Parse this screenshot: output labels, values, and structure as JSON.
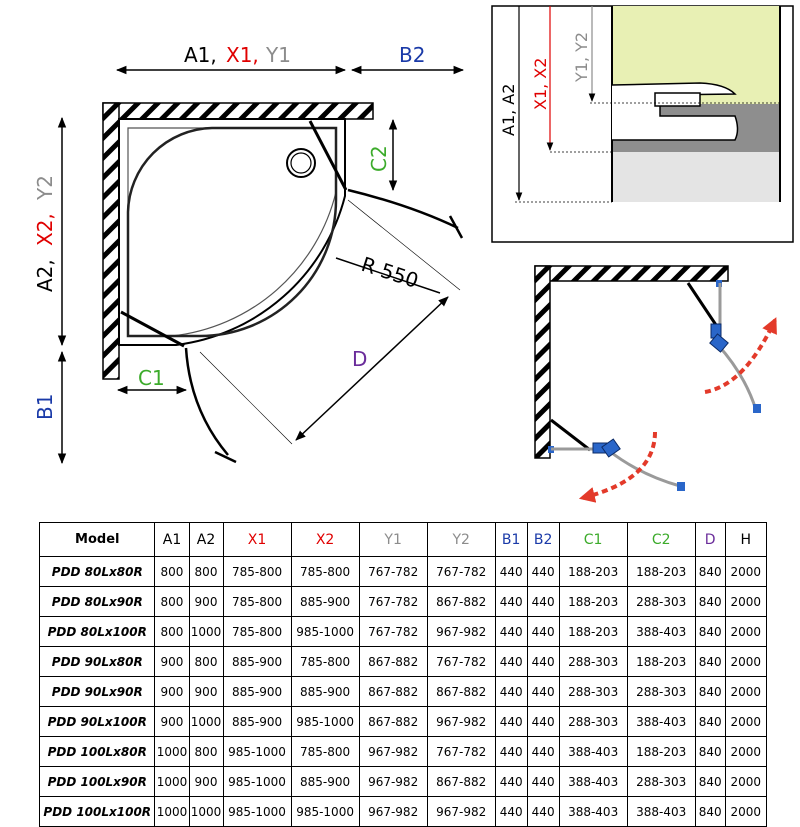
{
  "colors": {
    "a": "#000000",
    "x": "#e00000",
    "y": "#8c8c8c",
    "b": "#1a3aa8",
    "c": "#3cab2b",
    "d": "#6a2c9a",
    "h": "#000000",
    "pale_green": "#e8f0b4",
    "dark_gray": "#8e8e8e",
    "light_gray": "#e4e4e4",
    "fitting_blue": "#2a66c9",
    "arrow_red": "#e33a2a"
  },
  "plan": {
    "label_top_a1": "A1,",
    "label_top_x1": "X1,",
    "label_top_y1": "Y1",
    "label_b2": "B2",
    "label_side_a2": "A2,",
    "label_side_x2": "X2,",
    "label_side_y2": "Y2",
    "label_b1": "B1",
    "label_c1": "C1",
    "label_c2": "C2",
    "label_radius": "R 550",
    "label_d": "D"
  },
  "section": {
    "label_a1a2": "A1, A2",
    "label_x1x2": "X1, X2",
    "label_y1y2": "Y1, Y2"
  },
  "table": {
    "headers": [
      {
        "text": "Model",
        "color": "a"
      },
      {
        "text": "A1",
        "color": "a"
      },
      {
        "text": "A2",
        "color": "a"
      },
      {
        "text": "X1",
        "color": "x"
      },
      {
        "text": "X2",
        "color": "x"
      },
      {
        "text": "Y1",
        "color": "y"
      },
      {
        "text": "Y2",
        "color": "y"
      },
      {
        "text": "B1",
        "color": "b"
      },
      {
        "text": "B2",
        "color": "b"
      },
      {
        "text": "C1",
        "color": "c"
      },
      {
        "text": "C2",
        "color": "c"
      },
      {
        "text": "D",
        "color": "d"
      },
      {
        "text": "H",
        "color": "h"
      }
    ],
    "rows": [
      [
        "PDD 80Lx80R",
        "800",
        "800",
        "785-800",
        "785-800",
        "767-782",
        "767-782",
        "440",
        "440",
        "188-203",
        "188-203",
        "840",
        "2000"
      ],
      [
        "PDD 80Lx90R",
        "800",
        "900",
        "785-800",
        "885-900",
        "767-782",
        "867-882",
        "440",
        "440",
        "188-203",
        "288-303",
        "840",
        "2000"
      ],
      [
        "PDD 80Lx100R",
        "800",
        "1000",
        "785-800",
        "985-1000",
        "767-782",
        "967-982",
        "440",
        "440",
        "188-203",
        "388-403",
        "840",
        "2000"
      ],
      [
        "PDD 90Lx80R",
        "900",
        "800",
        "885-900",
        "785-800",
        "867-882",
        "767-782",
        "440",
        "440",
        "288-303",
        "188-203",
        "840",
        "2000"
      ],
      [
        "PDD 90Lx90R",
        "900",
        "900",
        "885-900",
        "885-900",
        "867-882",
        "867-882",
        "440",
        "440",
        "288-303",
        "288-303",
        "840",
        "2000"
      ],
      [
        "PDD 90Lx100R",
        "900",
        "1000",
        "885-900",
        "985-1000",
        "867-882",
        "967-982",
        "440",
        "440",
        "288-303",
        "388-403",
        "840",
        "2000"
      ],
      [
        "PDD 100Lx80R",
        "1000",
        "800",
        "985-1000",
        "785-800",
        "967-982",
        "767-782",
        "440",
        "440",
        "388-403",
        "188-203",
        "840",
        "2000"
      ],
      [
        "PDD 100Lx90R",
        "1000",
        "900",
        "985-1000",
        "885-900",
        "967-982",
        "867-882",
        "440",
        "440",
        "388-403",
        "288-303",
        "840",
        "2000"
      ],
      [
        "PDD 100Lx100R",
        "1000",
        "1000",
        "985-1000",
        "985-1000",
        "967-982",
        "967-982",
        "440",
        "440",
        "388-403",
        "388-403",
        "840",
        "2000"
      ]
    ]
  }
}
